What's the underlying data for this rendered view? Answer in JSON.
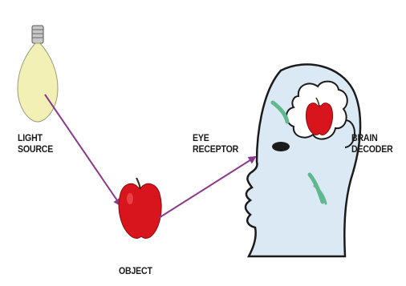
{
  "labels": {
    "light_source": [
      "LIGHT",
      "SOURCE"
    ],
    "object": "OBJECT",
    "eye_receptor": [
      "EYE",
      "RECEPTOR"
    ],
    "brain_decoder": [
      "BRAIN",
      "DECODER"
    ]
  },
  "colors": {
    "arrow": "#8a3a8a",
    "bulb_glass": "#f2f0b4",
    "bulb_base": "#c8c8c8",
    "apple": "#d8151c",
    "head_fill": "#dbe9f4",
    "head_outline": "#1b1b1b",
    "brain": "#ffffff",
    "nerve_green": "#5fb88e"
  }
}
